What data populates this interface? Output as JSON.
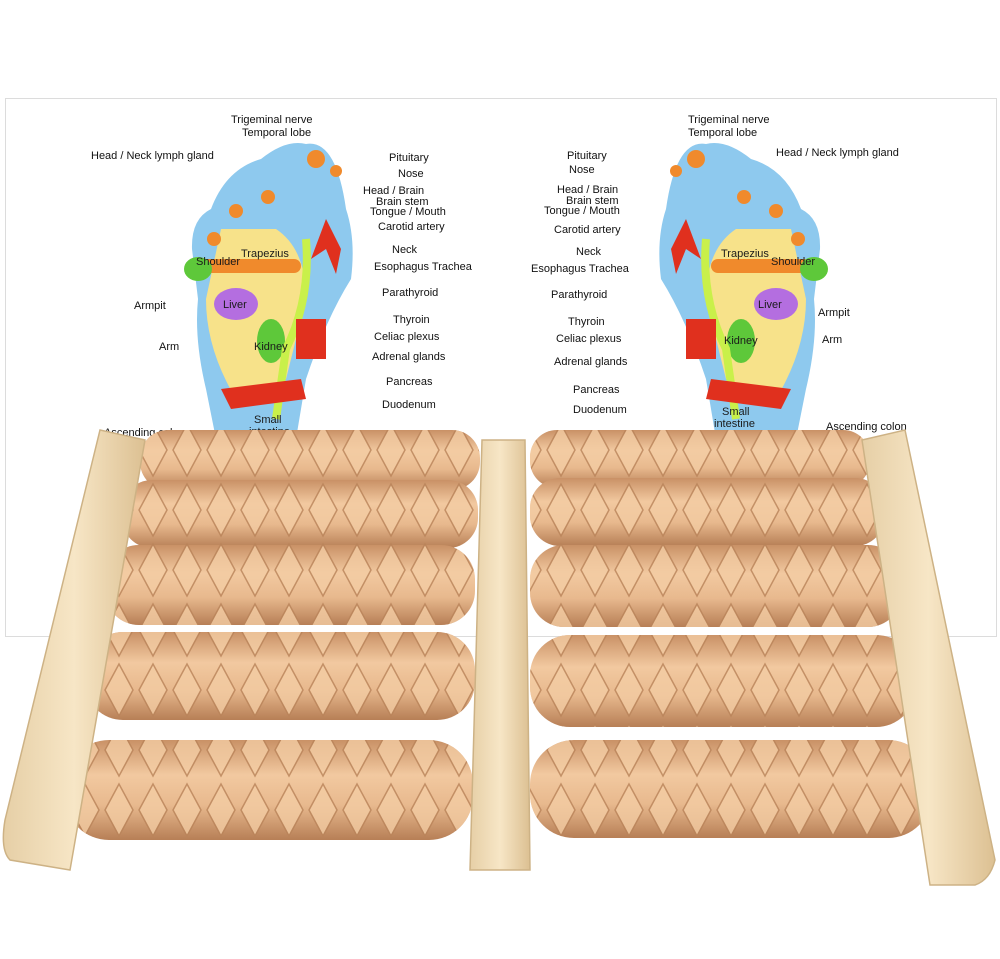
{
  "left_foot": {
    "labels_left": [
      "Head / Neck lymph gland",
      "Armpit",
      "Arm",
      "Ascending colon"
    ],
    "labels_right": [
      "Trigeminal nerve",
      "Temporal lobe",
      "Pituitary",
      "Nose",
      "Head / Brain",
      "Brain stem",
      "Tongue / Mouth",
      "Carotid artery",
      "Neck",
      "Esophagus Trachea",
      "Parathyroid",
      "Thyroin",
      "Celiac plexus",
      "Adrenal glands",
      "Pancreas",
      "Duodenum"
    ],
    "organ_labels": [
      "Trapezius",
      "Shoulder",
      "Liver",
      "Kidney",
      "Small",
      "intestine"
    ]
  },
  "right_foot": {
    "labels_left": [
      "Trigeminal nerve",
      "Temporal lobe",
      "Pituitary",
      "Nose",
      "Head / Brain",
      "Brain stem",
      "Tongue / Mouth",
      "Carotid artery",
      "Neck",
      "Esophagus Trachea",
      "Parathyroid",
      "Thyroin",
      "Celiac plexus",
      "Adrenal glands",
      "Pancreas",
      "Duodenum"
    ],
    "labels_right": [
      "Head / Neck lymph gland",
      "Armpit",
      "Arm",
      "Ascending colon"
    ],
    "organ_labels": [
      "Trapezius",
      "Shoulder",
      "Liver",
      "Kidney",
      "Small",
      "intestine"
    ]
  },
  "colors": {
    "skin": "#8ec9ee",
    "sole": "#f7e28a",
    "orange": "#f08a2c",
    "red": "#e0301e",
    "green": "#5ec83a",
    "lime": "#c9f04a",
    "purple": "#b46ee0",
    "wood_light": "#f0d9b5",
    "wood_roller": "#e8b98e",
    "wood_shadow": "#c99166"
  }
}
